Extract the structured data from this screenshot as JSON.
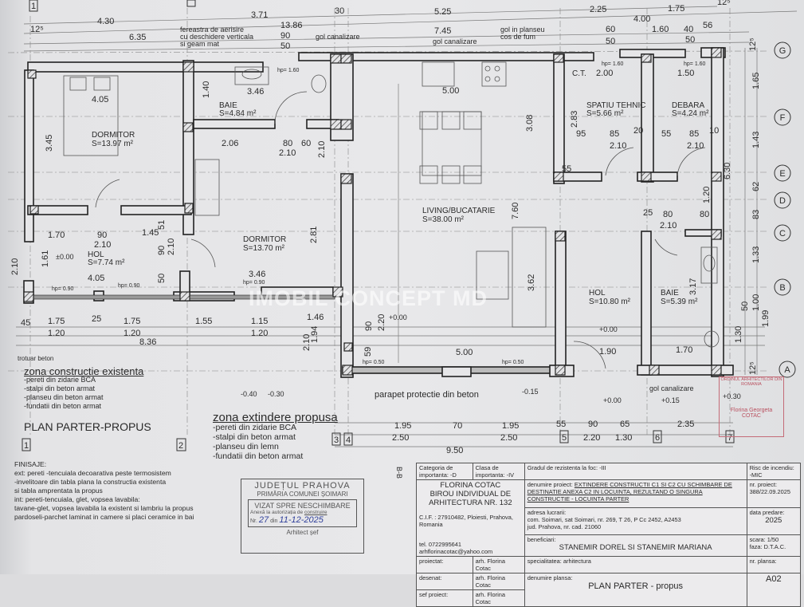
{
  "plan": {
    "title": "PLAN PARTER-PROPUS",
    "rooms": [
      {
        "name": "DORMITOR",
        "area": "S=13.97 m²"
      },
      {
        "name": "BAIE",
        "area": "S=4.84 m²"
      },
      {
        "name": "DORMITOR",
        "area": "S=13.70 m²"
      },
      {
        "name": "HOL",
        "area": "S=7.74 m²"
      },
      {
        "name": "LIVING/BUCATARIE",
        "area": "S=38.00 m²"
      },
      {
        "name": "SPATIU TEHNIC",
        "area": "S=5.66 m²"
      },
      {
        "name": "DEBARA",
        "area": "S=4.24 m²"
      },
      {
        "name": "HOL",
        "area": "S=10.80 m²"
      },
      {
        "name": "BAIE",
        "area": "S=5.39 m²"
      },
      {
        "name": "C.T.",
        "area": ""
      }
    ],
    "grid_rows": [
      "G",
      "F",
      "E",
      "D",
      "C",
      "B",
      "A"
    ],
    "grid_cols": [
      "1",
      "2",
      "3",
      "4",
      "5",
      "6",
      "7"
    ],
    "top_dims": [
      "4.30",
      "3.71",
      "13.86",
      "6.35",
      "90",
      "50",
      "30",
      "5.25",
      "7.45",
      "2.25",
      "4.00",
      "1.75",
      "60",
      "50",
      "1.60",
      "40",
      "56",
      "50",
      "12⁵",
      "12⁵"
    ],
    "bottom_dims": [
      "45",
      "1.75",
      "25",
      "1.75",
      "1.55",
      "1.15",
      "1.46",
      "1.20",
      "1.20",
      "1.20",
      "8.36",
      "1.95",
      "70",
      "1.95",
      "55",
      "90",
      "65",
      "2.35",
      "2.50",
      "2.50",
      "2.20",
      "1.30",
      "9.50"
    ],
    "right_dims": [
      "12⁵",
      "1.65",
      "1.43",
      "62",
      "83",
      "1.33",
      "1.00",
      "1.99",
      "50",
      "1.30",
      "6.30",
      "12⁵"
    ],
    "inner_dims": [
      "3.46",
      "1.40",
      "4.05",
      "3.45",
      "2.06",
      "80",
      "2.10",
      "60",
      "2.10",
      "5.00",
      "3.08",
      "2.83",
      "2.00",
      "1.50",
      "95",
      "85",
      "20",
      "55",
      "85",
      "10",
      "2.10",
      "2.10",
      "1.70",
      "90",
      "1.45",
      "2.10",
      "51",
      "90",
      "2.10",
      "50",
      "4.05",
      "3.46",
      "2.81",
      "7.60",
      "3.62",
      "25",
      "80",
      "80",
      "2.10",
      "1.20",
      "5.00",
      "1.90",
      "1.70",
      "3.17",
      "2.20",
      "90",
      "1.94",
      "2.10",
      "59",
      "55",
      "1.61",
      "2.10"
    ],
    "annotations": {
      "window_note": [
        "fereastra de aerisire",
        "cu deschidere verticala",
        "si geam mat"
      ],
      "gol_canalizare": "gol canalizare",
      "gol_planseu": [
        "gol in planseu",
        "cos de fum"
      ],
      "parapet": "parapet protectie din beton",
      "trotuar": "trotuar beton",
      "hp090": "hp= 0.90",
      "hp160": "hp= 1.60",
      "hp050": "hp= 0.50",
      "section": "B-B"
    },
    "levels": [
      "±0.00",
      "+0.00",
      "+0.00",
      "-0.40",
      "-0.30",
      "-0.15",
      "+0.00",
      "+0.15",
      "+0.30"
    ]
  },
  "legend_existing": {
    "title": "zona constructie existenta",
    "items": [
      "-pereti din zidarie BCA",
      "-stalpi din beton armat",
      "-planseu din beton armat",
      "-fundatii din beton armat"
    ]
  },
  "legend_proposed": {
    "title": "zona extindere propusa",
    "items": [
      "-pereti din zidarie BCA",
      "-stalpi din beton armat",
      "-planseu din lemn",
      "-fundatii din beton armat"
    ]
  },
  "finishes": {
    "title": "FINISAJE:",
    "lines": [
      "ext: pereti -tencuiala decoarativa peste termosistem",
      "-invelitoare din tabla plana la constructia existenta",
      "si tabla amprentata la propus",
      "int: pereti-tencuiala, glet, vopsea lavabila:",
      "tavane-glet, vopsea lavabila la existent si lambriu la propus",
      "pardoseli-parchet laminat in camere si placi ceramice in bai"
    ]
  },
  "stamp": {
    "county": "JUDEȚUL PRAHOVA",
    "office": "PRIMĂRIA COMUNEI ȘOIMARI",
    "approval": "VIZAT SPRE NESCHIMBARE",
    "annex": "Anexă la autorizația de",
    "type": "construire",
    "nr_label": "Nr.",
    "nr": "27",
    "date_label": "din",
    "date": "11-12-2025",
    "architect": "Arhitect șef"
  },
  "watermark": "IMOBIL CONCEPT MD",
  "red_stamp": {
    "org": "ORDINUL ARHITECTILOR DIN ROMANIA",
    "name": "Florina Georgeta",
    "surname": "COTAC"
  },
  "title_block": {
    "categoria": "Categoria de importanta: -D",
    "clasa": "Clasa de importanta: -IV",
    "grad": "Gradul de rezistenta la foc: -III",
    "risc": "Risc de incendiu: -MIC",
    "firm_name": "FLORINA COTAC",
    "firm_desc": "BIROU INDIVIDUAL DE ARHITECTURA NR. 132",
    "cif": "C.I.F. : 27910482, Ploiesti, Prahova, Romania",
    "tel": "tel. 0722995641",
    "email": "arhflorinacotac@yahoo.com",
    "project_label": "denumire proiect:",
    "project": "EXTINDERE CONSTRUCTII C1 SI C2 CU SCHIMBARE DE DESTINATIE ANEXA C2 IN LOCUINTA, REZULTAND O SINGURA CONSTRUCTIE - LOCUINTA PARTER",
    "nr_proiect_label": "nr. proiect:",
    "nr_proiect": "388/22.09.2025",
    "address_label": "adresa lucrarii:",
    "address1": "com. Soimari, sat Soimari, nr. 269, T 26, P Cc 2452, A2453",
    "address2": "jud. Prahova, nr. cad. 21060",
    "data_predare_label": "data predare:",
    "data_predare": "2025",
    "beneficiar_label": "beneficiari:",
    "beneficiar": "STANEMIR DOREL SI STANEMIR MARIANA",
    "scara": "scara: 1/50",
    "faza": "faza: D.T.A.C.",
    "proiectat_label": "proiectat:",
    "proiectat": "arh. Florina Cotac",
    "desenat_label": "desenat:",
    "desenat": "arh. Florina Cotac",
    "sef_label": "sef proiect:",
    "sef": "arh. Florina Cotac",
    "specialitate_label": "specialitatea:",
    "specialitate": "arhitectura",
    "nr_plansa_label": "nr. plansa:",
    "nr_plansa": "A02",
    "plansa_label": "denumire plansa:",
    "plansa": "PLAN PARTER - propus"
  }
}
